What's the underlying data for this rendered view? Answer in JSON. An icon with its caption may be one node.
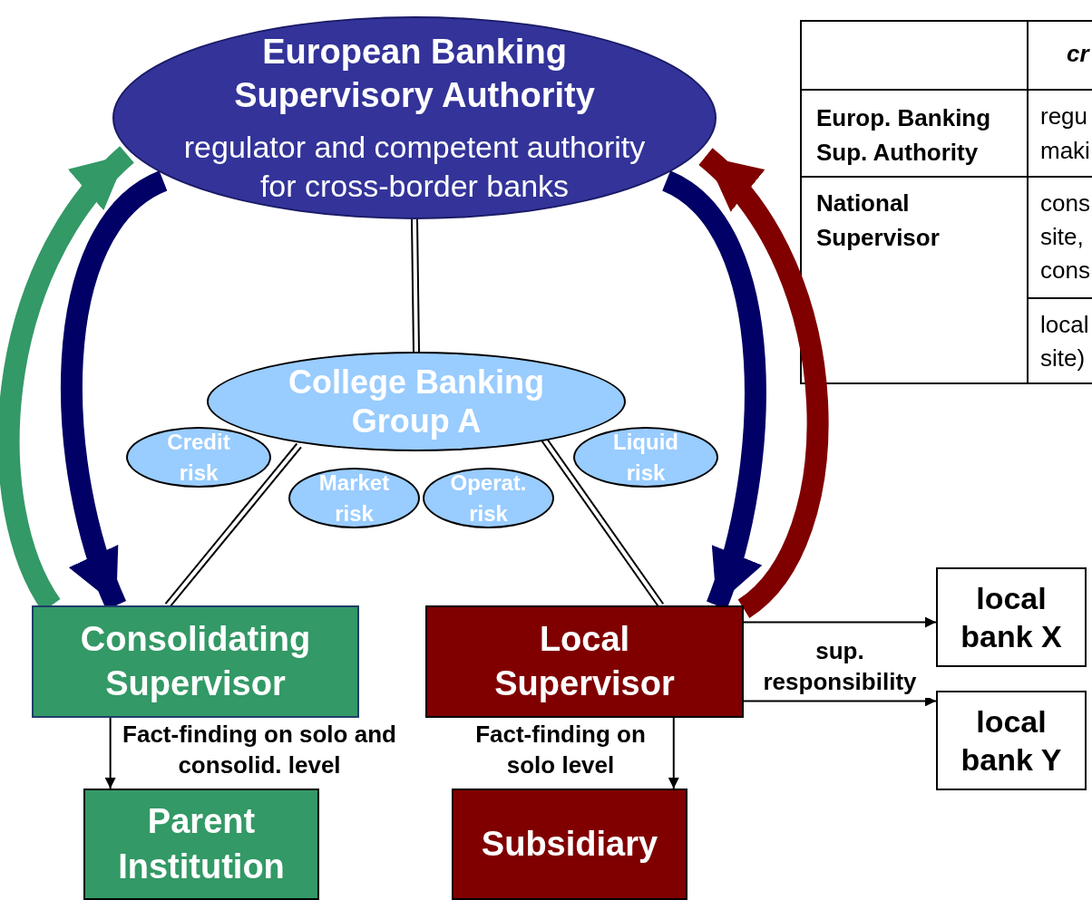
{
  "diagram": {
    "nodes": [
      {
        "text": [
          "European Banking Supervisory Authority",
          "regulator and competent authority for cross-border banks"
        ]
      },
      {
        "text": [
          "College Banking Group A"
        ]
      },
      {
        "text": [
          "Credit risk"
        ]
      },
      {
        "text": [
          "Market risk"
        ]
      },
      {
        "text": [
          "Operat. risk"
        ]
      },
      {
        "text": [
          "Liquid risk"
        ]
      },
      {
        "text": [
          "Consolidating Supervisor"
        ]
      },
      {
        "text": [
          "Local Supervisor"
        ]
      },
      {
        "text": [
          "local bank X"
        ]
      },
      {
        "text": [
          "local bank Y"
        ]
      },
      {
        "text": [
          "Parent Institution"
        ]
      },
      {
        "text": [
          "Subsidiary"
        ]
      }
    ],
    "edges": [
      {
        "from": 0,
        "to": 1,
        "arrow": "none"
      },
      {
        "from": 1,
        "to": 6,
        "arrow": "none"
      },
      {
        "from": 1,
        "to": 7,
        "arrow": "none"
      },
      {
        "from": 7,
        "to": 8,
        "arrow": "to"
      },
      {
        "from": 7,
        "to": 9,
        "arrow": "to",
        "label": "sup. responsibility"
      },
      {
        "from": 6,
        "to": 10,
        "arrow": "to",
        "label": "Fact-finding on solo and consolid. level"
      },
      {
        "from": 7,
        "to": 11,
        "arrow": "to",
        "label": "Fact-finding on solo level"
      },
      {
        "from": 6,
        "to": 0,
        "arrow": "to",
        "style": "thick",
        "color": "#339966"
      },
      {
        "from": 0,
        "to": 6,
        "arrow": "to",
        "style": "thick",
        "color": "#000066"
      },
      {
        "from": 0,
        "to": 7,
        "arrow": "to",
        "style": "thick",
        "color": "#000066"
      },
      {
        "from": 7,
        "to": 0,
        "arrow": "to",
        "style": "thick",
        "color": "#800000"
      }
    ],
    "labels": [
      "cr",
      "Europ. Banking Sup. Authority",
      "regu maki",
      "National Supervisor",
      "cons site, cons",
      "local site)"
    ]
  }
}
